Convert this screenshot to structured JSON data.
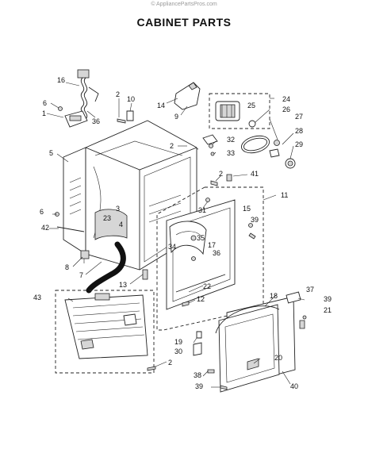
{
  "watermark": "© AppliancePartsPros.com",
  "title": "CABINET PARTS",
  "callouts": [
    {
      "id": "c16",
      "text": "16"
    },
    {
      "id": "c6a",
      "text": "6"
    },
    {
      "id": "c1",
      "text": "1"
    },
    {
      "id": "c36a",
      "text": "36"
    },
    {
      "id": "c2a",
      "text": "2"
    },
    {
      "id": "c10",
      "text": "10"
    },
    {
      "id": "c14",
      "text": "14"
    },
    {
      "id": "c9",
      "text": "9"
    },
    {
      "id": "c25",
      "text": "25"
    },
    {
      "id": "c24",
      "text": "24"
    },
    {
      "id": "c26",
      "text": "26"
    },
    {
      "id": "c27",
      "text": "27"
    },
    {
      "id": "c28",
      "text": "28"
    },
    {
      "id": "c29",
      "text": "29"
    },
    {
      "id": "c5",
      "text": "5"
    },
    {
      "id": "c2b",
      "text": "2"
    },
    {
      "id": "c32",
      "text": "32"
    },
    {
      "id": "c33",
      "text": "33"
    },
    {
      "id": "c2c",
      "text": "2"
    },
    {
      "id": "c41",
      "text": "41"
    },
    {
      "id": "c11",
      "text": "11"
    },
    {
      "id": "c31",
      "text": "31"
    },
    {
      "id": "c6b",
      "text": "6"
    },
    {
      "id": "c3",
      "text": "3"
    },
    {
      "id": "c23",
      "text": "23"
    },
    {
      "id": "c4",
      "text": "4"
    },
    {
      "id": "c15",
      "text": "15"
    },
    {
      "id": "c39a",
      "text": "39"
    },
    {
      "id": "c42",
      "text": "42"
    },
    {
      "id": "c35",
      "text": "35"
    },
    {
      "id": "c34",
      "text": "34"
    },
    {
      "id": "c17",
      "text": "17"
    },
    {
      "id": "c36b",
      "text": "36"
    },
    {
      "id": "c8",
      "text": "8"
    },
    {
      "id": "c7",
      "text": "7"
    },
    {
      "id": "c13",
      "text": "13"
    },
    {
      "id": "c22",
      "text": "22"
    },
    {
      "id": "c43",
      "text": "43"
    },
    {
      "id": "c12",
      "text": "12"
    },
    {
      "id": "c37",
      "text": "37"
    },
    {
      "id": "c18",
      "text": "18"
    },
    {
      "id": "c39b",
      "text": "39"
    },
    {
      "id": "c21",
      "text": "21"
    },
    {
      "id": "c19",
      "text": "19"
    },
    {
      "id": "c30",
      "text": "30"
    },
    {
      "id": "c20",
      "text": "20"
    },
    {
      "id": "c2d",
      "text": "2"
    },
    {
      "id": "c38",
      "text": "38"
    },
    {
      "id": "c39c",
      "text": "39"
    },
    {
      "id": "c40",
      "text": "40"
    }
  ]
}
